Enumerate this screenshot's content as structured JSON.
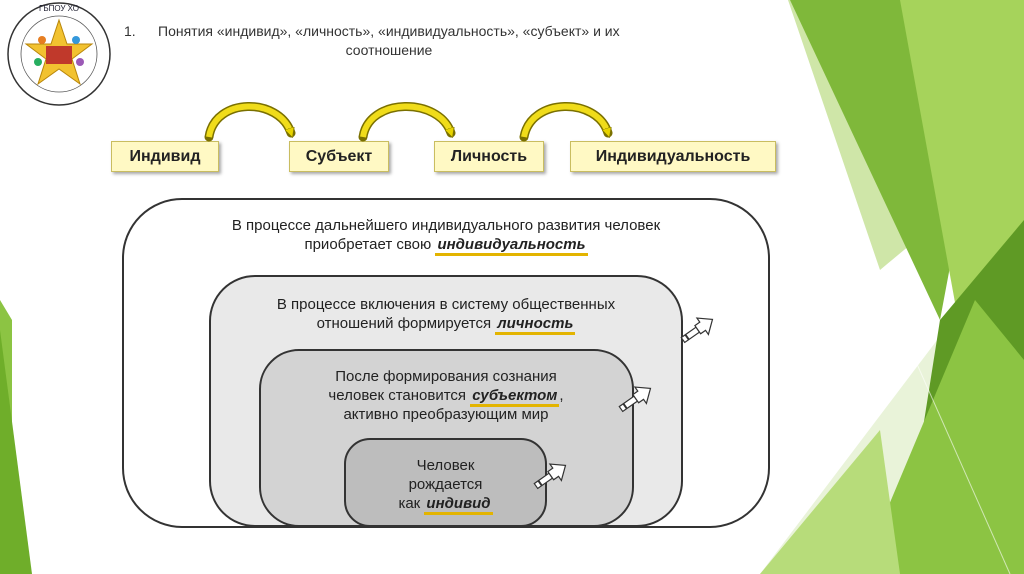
{
  "slide": {
    "title_number": "1.",
    "title_line1": "Понятия «индивид», «личность», «индивидуальность», «субъект» и их",
    "title_line2": "соотношение",
    "logo_text": "ГБПОУ ХО"
  },
  "diagram": {
    "stages": [
      "Индивид",
      "Субъект",
      "Личность",
      "Индивидуальность"
    ],
    "circle1": {
      "line1": "В процессе дальнейшего индивидуального развития человек",
      "line2_prefix": "приобретает свою",
      "keyword": "индивидуальность"
    },
    "circle2": {
      "line1": "В процессе включения в систему общественных",
      "line2_prefix": "отношений формируется",
      "keyword": "личность"
    },
    "circle3": {
      "line1": "После формирования сознания",
      "line2_prefix": "человек становится",
      "keyword": "субъектом",
      "line2_suffix": ",",
      "line3": "активно преобразующим мир"
    },
    "circle4": {
      "line1": "Человек",
      "line2": "рождается",
      "line3_prefix": "как",
      "keyword": "индивид"
    }
  },
  "colors": {
    "green_light": "#9bcf4e",
    "green_mid": "#6fae2a",
    "green_dark": "#3f7a1a",
    "stage_fill": "#fff9c4",
    "arrow_yellow": "#e8d400",
    "underline": "#e3b400"
  }
}
